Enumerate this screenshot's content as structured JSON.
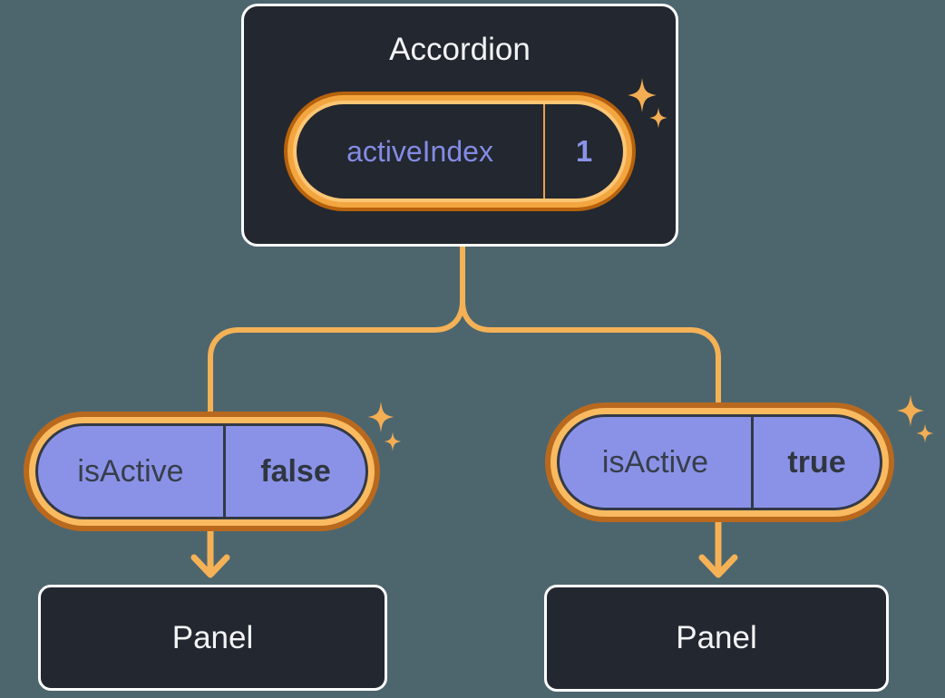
{
  "canvas": {
    "background": "#4d666e",
    "node_background": "#23272f",
    "node_border": "#fdfdfe",
    "connector_color": "#f5b156",
    "sparkle_color": "#f3ad53",
    "pill_purple": "#8a92e8",
    "ring_light_orange": "#f9ba60",
    "ring_dark_orange": "#b9691e"
  },
  "accordion": {
    "title": "Accordion",
    "state": {
      "name": "activeIndex",
      "value": "1"
    }
  },
  "children": [
    {
      "prop": {
        "name": "isActive",
        "value": "false"
      },
      "panel": {
        "label": "Panel"
      }
    },
    {
      "prop": {
        "name": "isActive",
        "value": "true"
      },
      "panel": {
        "label": "Panel"
      }
    }
  ]
}
